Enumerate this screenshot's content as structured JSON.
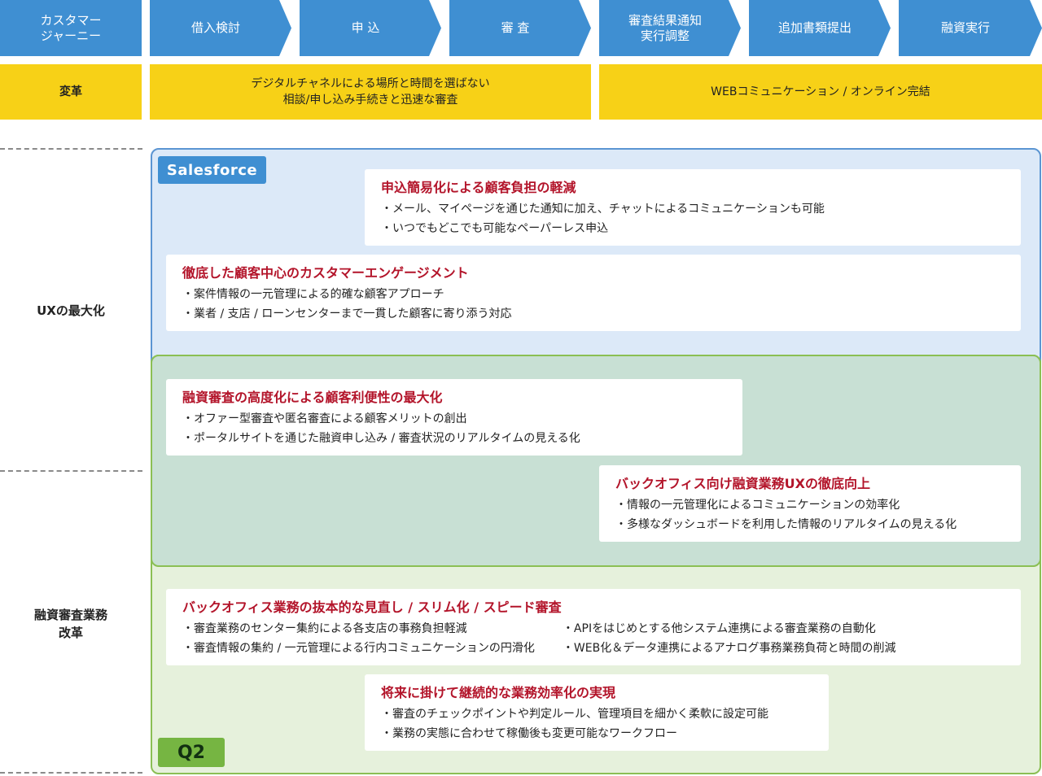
{
  "journey": {
    "header": "カスタマー\nジャーニー",
    "steps": [
      "借入検討",
      "申 込",
      "審 査",
      "審査結果通知\n実行調整",
      "追加書類提出",
      "融資実行"
    ]
  },
  "transformation": {
    "label": "変革",
    "left": "デジタルチャネルによる場所と時間を選ばない\n相談/申し込み手続きと迅速な審査",
    "right": "WEBコミュニケーション / オンライン完結"
  },
  "row_labels": {
    "ux": "UXの最大化",
    "review": "融資審査業務\n改革"
  },
  "badges": {
    "salesforce": "Salesforce",
    "q2": "Q2"
  },
  "cards": [
    {
      "title": "申込簡易化による顧客負担の軽減",
      "items": [
        "メール、マイページを通じた通知に加え、チャットによるコミュニケーションも可能",
        "いつでもどこでも可能なペーパーレス申込"
      ]
    },
    {
      "title": "徹底した顧客中心のカスタマーエンゲージメント",
      "items": [
        "案件情報の一元管理による的確な顧客アプローチ",
        "業者 / 支店 / ローンセンターまで一貫した顧客に寄り添う対応"
      ]
    },
    {
      "title": "融資審査の高度化による顧客利便性の最大化",
      "items": [
        "オファー型審査や匿名審査による顧客メリットの創出",
        "ポータルサイトを通じた融資申し込み / 審査状況のリアルタイムの見える化"
      ]
    },
    {
      "title": "バックオフィス向け融資業務UXの徹底向上",
      "items": [
        "情報の一元管理化によるコミュニケーションの効率化",
        "多様なダッシュボードを利用した情報のリアルタイムの見える化"
      ]
    },
    {
      "title": "バックオフィス業務の抜本的な見直し / スリム化 / スピード審査",
      "items_left": [
        "審査業務のセンター集約による各支店の事務負担軽減",
        "審査情報の集約 / 一元管理による行内コミュニケーションの円滑化"
      ],
      "items_right": [
        "APIをはじめとする他システム連携による審査業務の自動化",
        "WEB化＆データ連携によるアナログ事務業務負荷と時間の削減"
      ]
    },
    {
      "title": "将来に掛けて継続的な業務効率化の実現",
      "items": [
        "審査のチェックポイントや判定ルール、管理項目を細かく柔軟に設定可能",
        "業務の実態に合わせて稼働後も変更可能なワークフロー"
      ]
    }
  ]
}
